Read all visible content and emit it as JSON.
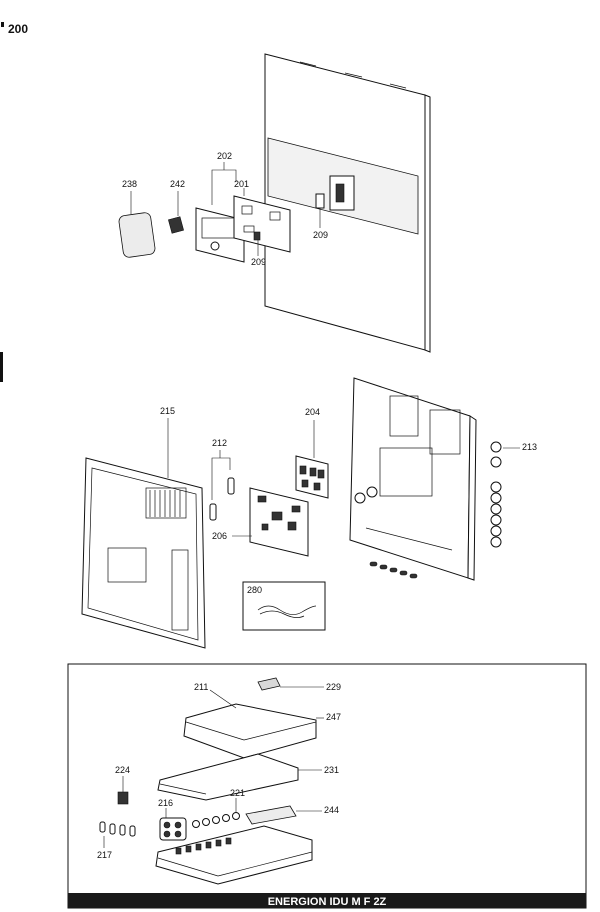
{
  "diagram": {
    "page_number": "200",
    "banner": "ENERGION IDU M F 2Z",
    "labels": {
      "p200": "200",
      "p202": "202",
      "p201": "201",
      "p238": "238",
      "p242": "242",
      "p209a": "209",
      "p209b": "209",
      "p215": "215",
      "p212": "212",
      "p204": "204",
      "p213": "213",
      "p206": "206",
      "p280": "280",
      "p211": "211",
      "p229": "229",
      "p247": "247",
      "p231": "231",
      "p224": "224",
      "p221": "221",
      "p244": "244",
      "p216": "216",
      "p217": "217"
    }
  }
}
